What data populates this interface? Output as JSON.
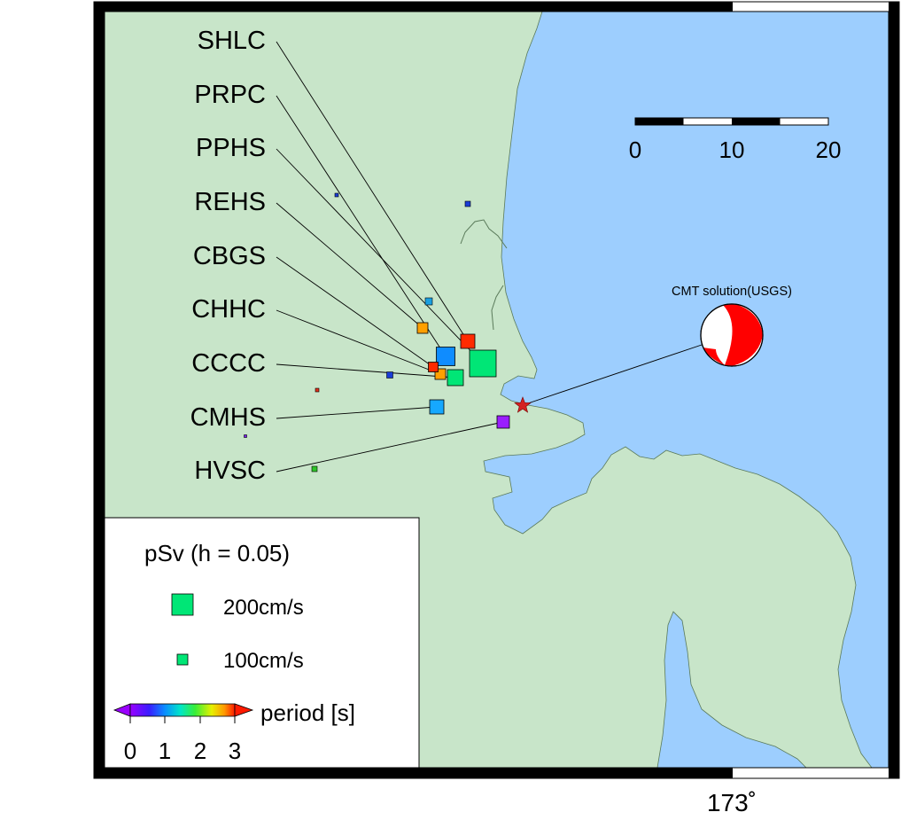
{
  "stations": [
    {
      "code": "SHLC",
      "period_s": 3.0,
      "psv_cms": 130,
      "color": "#ff2a00"
    },
    {
      "code": "PRPC",
      "period_s": 1.4,
      "psv_cms": 150,
      "color": "#0f8cff"
    },
    {
      "code": "PPHS",
      "period_s": 1.8,
      "psv_cms": 180,
      "color": "#00e676"
    },
    {
      "code": "REHS",
      "period_s": 2.5,
      "psv_cms": 110,
      "color": "#ffa000"
    },
    {
      "code": "CBGS",
      "period_s": 3.0,
      "psv_cms": 105,
      "color": "#ff2a00"
    },
    {
      "code": "CHHC",
      "period_s": 2.5,
      "psv_cms": 110,
      "color": "#ffa000"
    },
    {
      "code": "CCCC",
      "period_s": 1.8,
      "psv_cms": 140,
      "color": "#00e676"
    },
    {
      "code": "CMHS",
      "period_s": 1.3,
      "psv_cms": 130,
      "color": "#16a8ff"
    },
    {
      "code": "HVSC",
      "period_s": 0.6,
      "psv_cms": 120,
      "color": "#9a1eff"
    }
  ],
  "unlabeled_sites": [
    {
      "color": "#1a3cd6"
    },
    {
      "color": "#1a3cd6"
    },
    {
      "color": "#1a9fe0"
    },
    {
      "color": "#1a3cd6"
    },
    {
      "color": "#e0301a"
    },
    {
      "color": "#7a1ef0"
    },
    {
      "color": "#2ec428"
    }
  ],
  "cmt": {
    "label": "CMT solution(USGS)",
    "color": "#ff0000"
  },
  "epicenter": {
    "color": "#d42222"
  },
  "scalebar": {
    "ticks": [
      "0",
      "10",
      "20"
    ]
  },
  "longitude_label": "173˚",
  "legend": {
    "title": "pSv (h = 0.05)",
    "sizes": [
      {
        "label": "200cm/s",
        "color": "#00e676"
      },
      {
        "label": "100cm/s",
        "color": "#00e676"
      }
    ],
    "colorbar": {
      "label": "period [s]",
      "ticks": [
        "0",
        "1",
        "2",
        "3"
      ]
    }
  },
  "colors": {
    "land": "#c8e5c9",
    "sea": "#9dcefe",
    "frame": "#000000"
  }
}
